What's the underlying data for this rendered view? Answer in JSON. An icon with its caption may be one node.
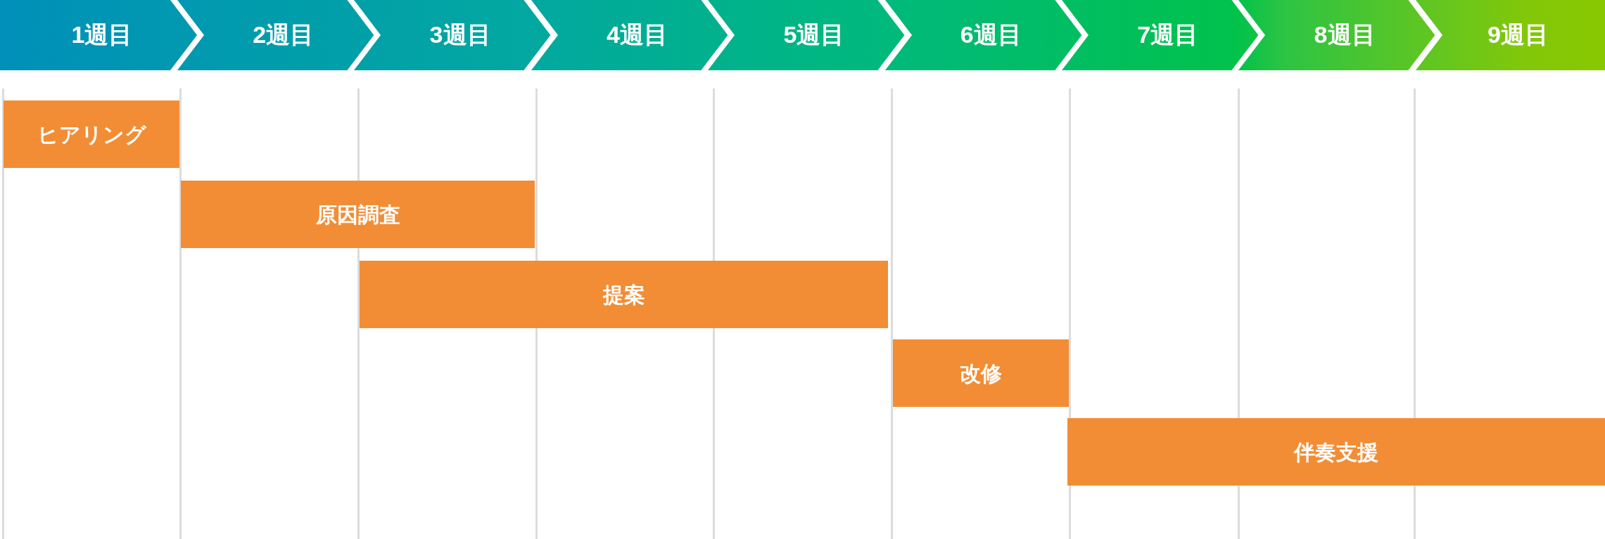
{
  "diagram": {
    "nodes": [
      {
        "text": [
          "1週目"
        ]
      },
      {
        "text": [
          "2週目"
        ]
      },
      {
        "text": [
          "3週目"
        ]
      },
      {
        "text": [
          "4週目"
        ]
      },
      {
        "text": [
          "5週目"
        ]
      },
      {
        "text": [
          "6週目"
        ]
      },
      {
        "text": [
          "7週目"
        ]
      },
      {
        "text": [
          "8週目"
        ]
      },
      {
        "text": [
          "9週目"
        ]
      },
      {
        "text": [
          "ヒアリング"
        ]
      },
      {
        "text": [
          "原因調査"
        ]
      },
      {
        "text": [
          "提案"
        ]
      },
      {
        "text": [
          "改修"
        ]
      },
      {
        "text": [
          "伴奏支援"
        ]
      }
    ]
  }
}
